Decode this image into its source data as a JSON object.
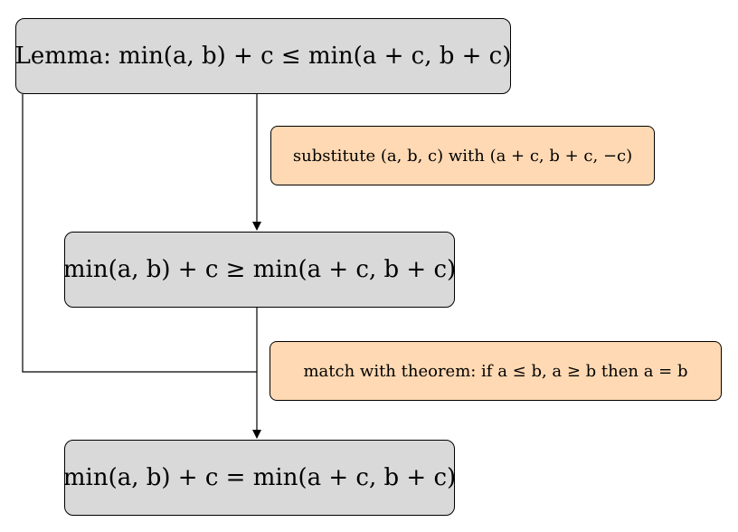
{
  "boxes": {
    "lemma": "Lemma: min(a, b) + c ≤ min(a + c, b + c)",
    "geq": "min(a, b) + c ≥ min(a + c, b + c)",
    "eq": "min(a, b) + c = min(a + c, b + c)"
  },
  "notes": {
    "substitute": "substitute (a, b, c) with (a + c, b + c, −c)",
    "match": "match with theorem: if a ≤ b, a ≥ b then a = b"
  },
  "colors": {
    "main_fill": "#d9d9d9",
    "note_fill": "#ffd9b3",
    "line": "#000000"
  }
}
